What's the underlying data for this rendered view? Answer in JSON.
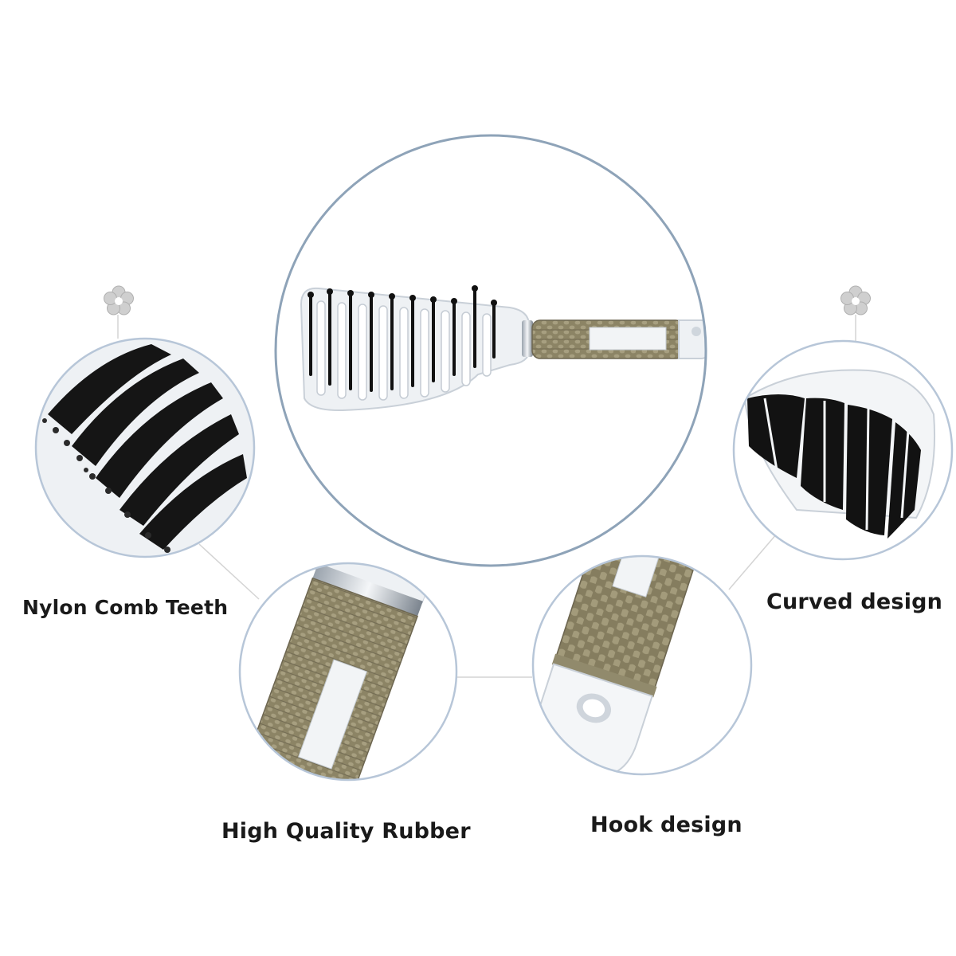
{
  "labels": {
    "nylon": "Nylon Comb Teeth",
    "curved": "Curved design",
    "rubber": "High Quality Rubber",
    "hook": "Hook design"
  },
  "colors": {
    "circle_main": "#8ea3b8",
    "circle_small": "#b7c6d8",
    "connector": "#d4d4d4",
    "brush_white": "#eef1f4",
    "grip_khaki": "#8c8465",
    "grip_dark": "#6d6650",
    "bristle": "#111111",
    "flower": "#cfcfcf"
  },
  "icons": [
    "flower-icon"
  ]
}
